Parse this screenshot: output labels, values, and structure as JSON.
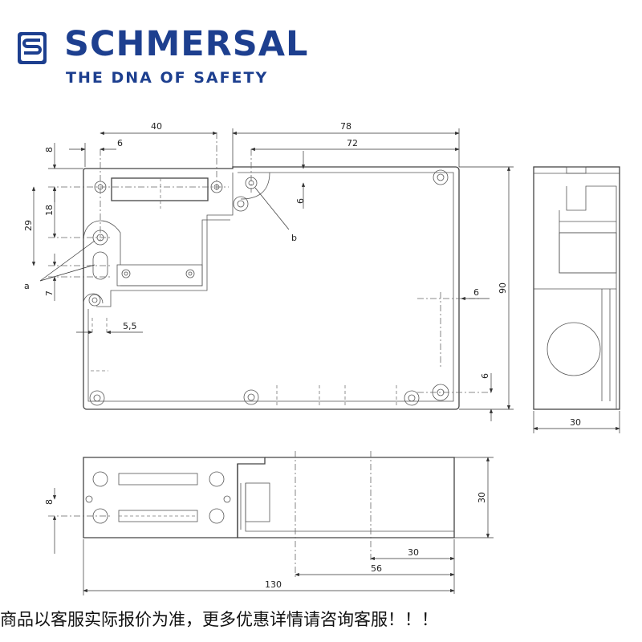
{
  "brand": {
    "name": "SCHMERSAL",
    "tagline": "THE DNA OF SAFETY",
    "color": "#1d3f8f",
    "logo_icon": "schmersal-s-logo-icon"
  },
  "drawing": {
    "top_view": {
      "dims_horizontal": [
        "40",
        "78",
        "6",
        "72",
        "5,5",
        "6",
        "6"
      ],
      "dims_vertical": [
        "8",
        "18",
        "29",
        "7",
        "6",
        "90"
      ],
      "callouts": [
        "a",
        "b"
      ]
    },
    "side_view": {
      "dims": [
        "30"
      ]
    },
    "front_view": {
      "dims": [
        "8",
        "30",
        "30",
        "56",
        "130"
      ]
    }
  },
  "footer": {
    "note": "商品以客服实际报价为准，更多优惠详情请咨询客服！！！"
  }
}
